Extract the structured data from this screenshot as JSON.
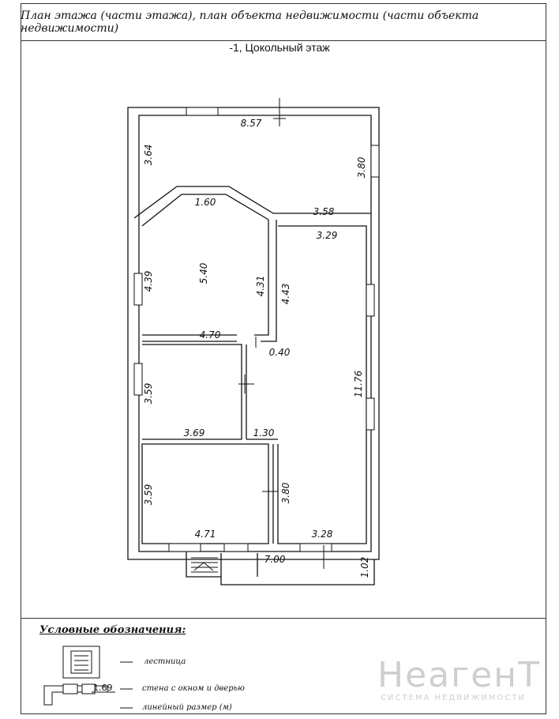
{
  "header": {
    "title": "План этажа (части этажа), план объекта недвижимости (части объекта недвижимости)"
  },
  "floor": {
    "name": "-1, Цокольный этаж"
  },
  "dimensions": {
    "top_width": "8.57",
    "left_top": "3.64",
    "right_top": "3.80",
    "hex_top": "1.60",
    "corridor_top": "3.58",
    "right_room_width": "3.29",
    "room1_diag": "5.40",
    "room1_left": "4.39",
    "room1_right": "4.31",
    "right_room_left": "4.43",
    "room1_bottom": "4.70",
    "door_gap": "0.40",
    "right_room_height": "11.76",
    "room2_left": "3.59",
    "room2_bottom": "3.69",
    "corridor_step": "1.30",
    "room3_left": "3.59",
    "room3_right": "3.80",
    "room3_bottom": "4.71",
    "right_room_bottom": "3.28",
    "porch_width": "7.00",
    "porch_depth": "1.02"
  },
  "legend": {
    "title": "Условные обозначения:",
    "stairs": "лестница",
    "wall": "стена с окном и дверью",
    "dimension_example": "1.69",
    "dimension": "линейный размер (м)"
  },
  "watermark": {
    "brand": "НеагенТ",
    "tagline": "СИСТЕМА НЕДВИЖИМОСТИ"
  }
}
